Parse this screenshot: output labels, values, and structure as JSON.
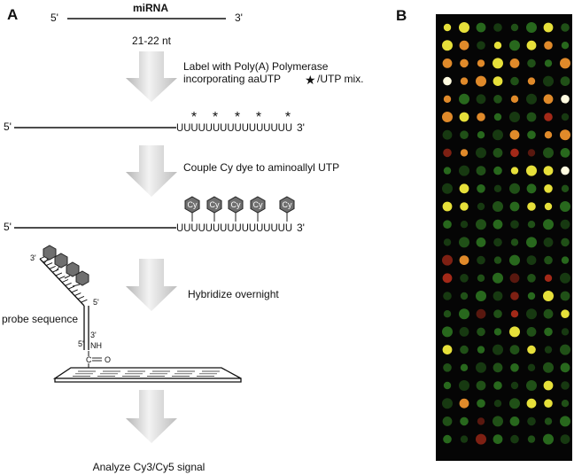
{
  "panel_a": {
    "label": "A",
    "mirna": {
      "title": "miRNA",
      "end5": "5'",
      "end3": "3'",
      "length": "21-22 nt"
    },
    "steps": [
      {
        "line1": "Label with Poly(A) Polymerase",
        "line2": "incorporating aaUTP",
        "line2b": "/UTP mix."
      },
      {
        "line1": "Couple Cy dye to aminoallyl UTP"
      },
      {
        "line1": "Hybridize overnight"
      },
      {
        "line1": "Analyze Cy3/Cy5 signal"
      }
    ],
    "strand1": {
      "end5": "5'",
      "tail": "UUUUUUUUUUUUUUUU",
      "end3": "3'",
      "star": "*"
    },
    "strand2": {
      "end5": "5'",
      "tail": "UUUUUUUUUUUUUUUU",
      "end3": "3'",
      "dye": "Cy"
    },
    "probe": {
      "label": "probe sequence",
      "target3": "3'",
      "probe5_top": "5'",
      "probe3": "3'",
      "probe5_bottom": "5'",
      "nh": "NH",
      "c": "C",
      "o": "O"
    }
  },
  "panel_b": {
    "label": "B",
    "array_rows": [
      "yyggggyg",
      "yogygyog",
      "oooyoggo",
      "wooygogg",
      "ogggogow",
      "oyogggrg",
      "ggggogoo",
      "roggrrgg",
      "ggggyyyw",
      "gyggggyg",
      "yygggyyg",
      "gggggggg",
      "gggggggg",
      "rogggggg",
      "rgggrgrg",
      "ggggrgyg",
      "ggrgrggy",
      "ggggyggg",
      "yggggygg",
      "gggggggg",
      "ggggggyg",
      "gogggyyg",
      "ggrggggg",
      "ggrggggg"
    ]
  }
}
